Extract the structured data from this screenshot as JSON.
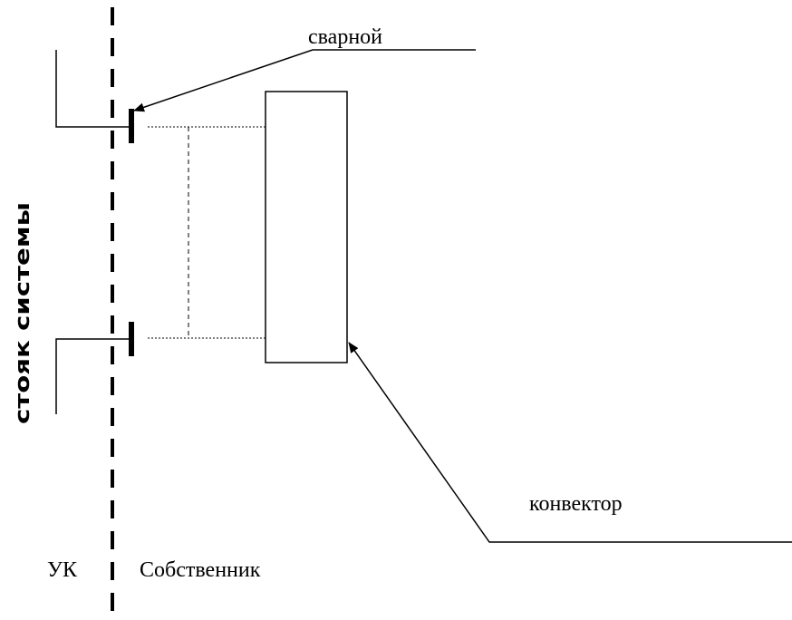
{
  "labels": {
    "welded": "сварной",
    "convector": "конвектор",
    "management_company": "УК",
    "owner": "Собственник",
    "riser": "стояк системы"
  },
  "colors": {
    "line": "#000000",
    "background": "#ffffff"
  }
}
